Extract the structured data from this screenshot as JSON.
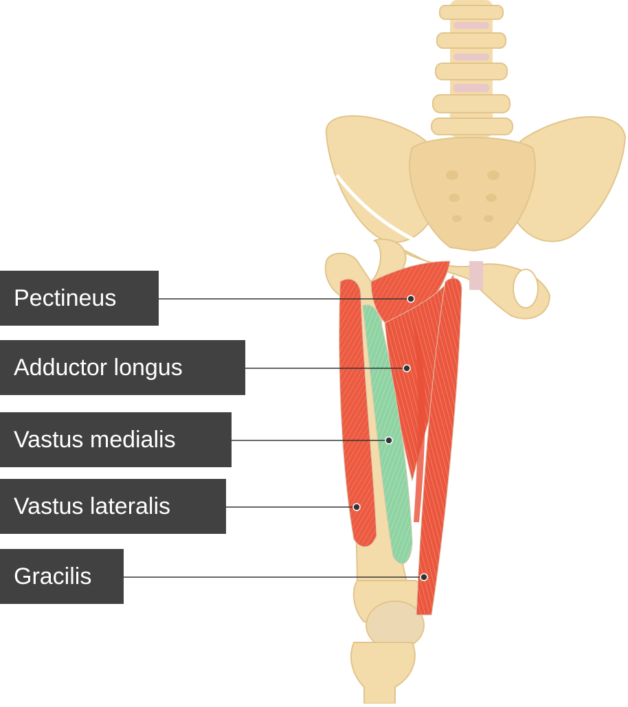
{
  "labels": [
    {
      "text": "Pectineus"
    },
    {
      "text": "Adductor longus"
    },
    {
      "text": "Vastus medialis"
    },
    {
      "text": "Vastus lateralis"
    },
    {
      "text": "Gracilis"
    }
  ],
  "colors": {
    "label_bg": "#414141",
    "label_text": "#ffffff",
    "bone": "#f3dcaa",
    "bone_shadow": "#e2c48b",
    "muscle": "#ec5a41",
    "muscle_dark": "#c9402d",
    "highlight_muscle": "#8fd3a3",
    "disc": "#e8c8c8",
    "leader_line": "#333333"
  }
}
